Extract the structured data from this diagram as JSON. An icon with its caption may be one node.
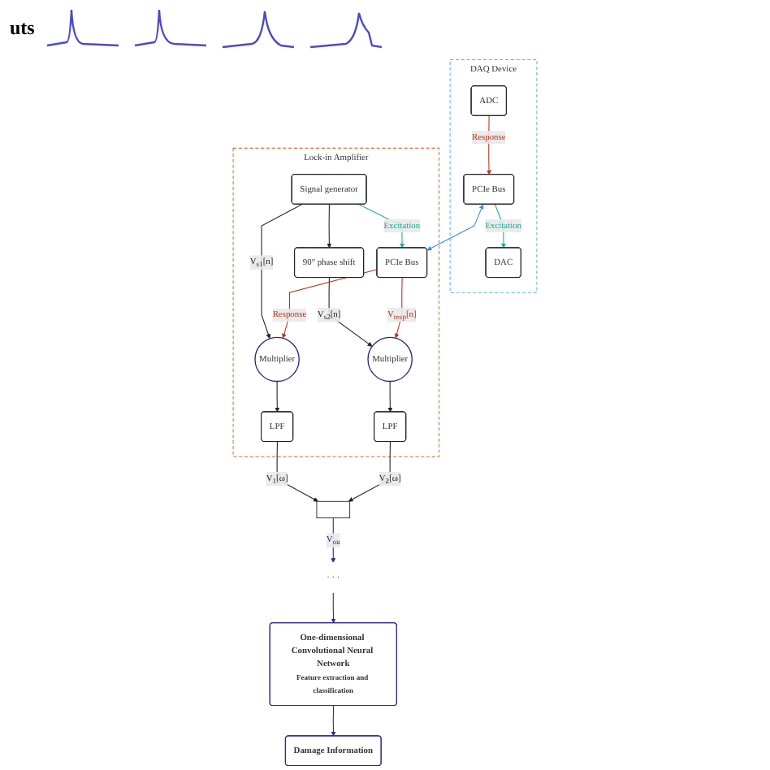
{
  "diagram": {
    "nodes": [
      {
        "text": [
          "DAQ Device"
        ]
      },
      {
        "text": [
          "DAC"
        ],
        "in": 0
      },
      {
        "text": [
          "PCIe Bus"
        ],
        "in": 0
      },
      {
        "text": [
          "ADC"
        ],
        "in": 0
      },
      {
        "text": [
          "Lock-in Amplifier"
        ]
      },
      {
        "text": [
          "Signal generator"
        ],
        "in": 4
      },
      {
        "text": [
          "90° phase shift"
        ],
        "in": 4
      },
      {
        "text": [
          "PCIe Bus"
        ],
        "in": 4
      },
      {
        "text": [
          "Multiplier"
        ],
        "in": 4
      },
      {
        "text": [
          "Multiplier"
        ],
        "in": 4
      },
      {
        "text": [
          "LPF"
        ],
        "in": 4
      },
      {
        "text": [
          "LPF"
        ],
        "in": 4
      },
      {
        "text": [],
        "shape": "box"
      },
      {
        "text": [
          "· · ·"
        ]
      },
      {
        "text": [
          "One-dimensional Convolutional Neural Network",
          "Feature extraction and classification"
        ]
      },
      {
        "text": [
          "Damage Information"
        ]
      }
    ],
    "edges": [
      {
        "from": 2,
        "to": 1,
        "arrow": "to",
        "label": "Excitation",
        "color": "#1fa89a"
      },
      {
        "from": 3,
        "to": 2,
        "arrow": "to",
        "label": "Response",
        "color": "#b5381a"
      },
      {
        "from": 2,
        "to": 7,
        "arrow": "both",
        "color": "#3b8fe0"
      },
      {
        "from": 5,
        "to": 7,
        "arrow": "to",
        "label": "Excitation",
        "color": "#1fa89a"
      },
      {
        "from": 5,
        "to": 6,
        "arrow": "to"
      },
      {
        "from": 5,
        "to": 8,
        "arrow": "to",
        "label": "V$_{s1}$[n]"
      },
      {
        "from": 6,
        "to": 9,
        "arrow": "to",
        "label": "V$_{s2}$[n]"
      },
      {
        "from": 7,
        "to": 8,
        "arrow": "to",
        "label": "Response",
        "color": "#b5381a"
      },
      {
        "from": 7,
        "to": 9,
        "arrow": "to",
        "label": "V$_{resp}$[n]",
        "color": "#b5381a"
      },
      {
        "from": 8,
        "to": 10,
        "arrow": "to"
      },
      {
        "from": 9,
        "to": 11,
        "arrow": "to"
      },
      {
        "from": 10,
        "to": 12,
        "arrow": "to",
        "label": "V$_{1}$[ω]"
      },
      {
        "from": 11,
        "to": 12,
        "arrow": "to",
        "label": "V$_{2}$[ω]"
      },
      {
        "from": 12,
        "to": 13,
        "arrow": "to",
        "label": "V$_{ou}$",
        "color": "#2e2a8c"
      },
      {
        "from": 13,
        "to": 14,
        "arrow": "to",
        "color": "#2e2a8c"
      },
      {
        "from": 14,
        "to": 15,
        "arrow": "to",
        "color": "#2e2a8c"
      }
    ],
    "labels": [
      "uts"
    ]
  }
}
